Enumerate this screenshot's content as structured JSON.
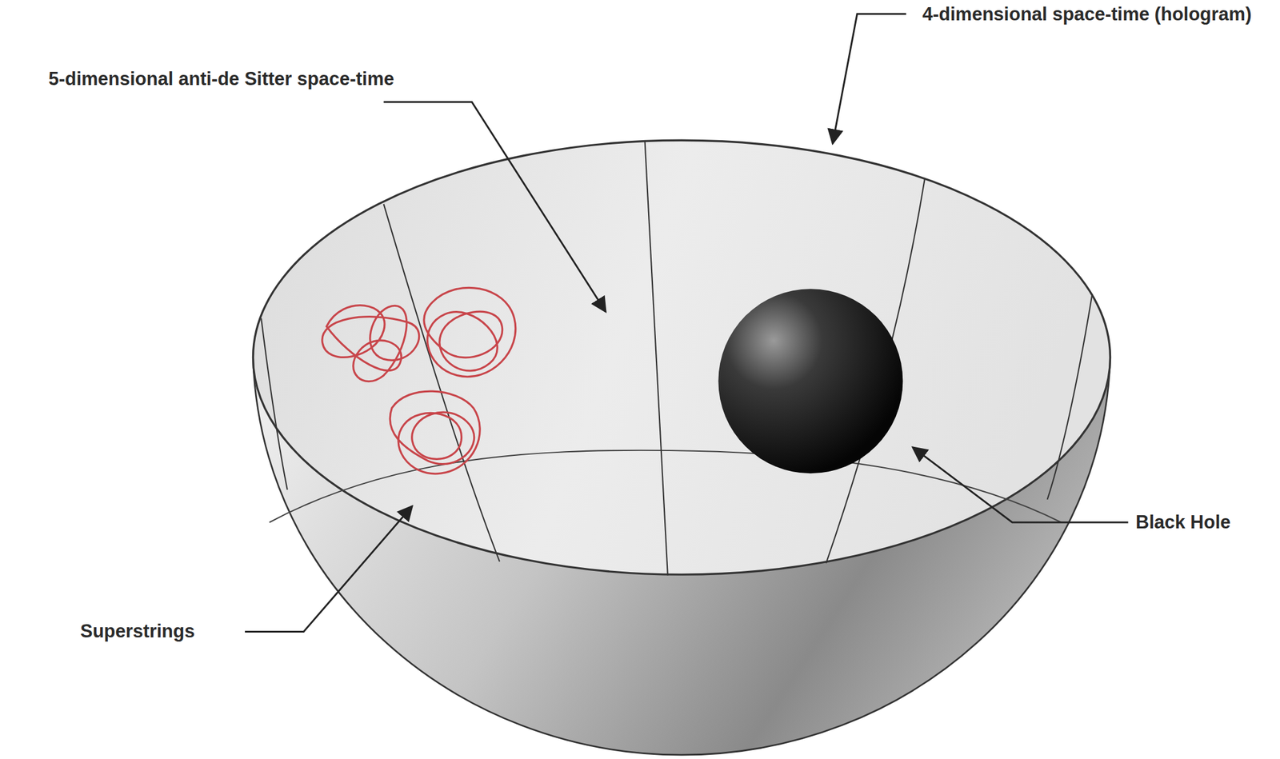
{
  "diagram": {
    "labels": [
      "4-dimensional space-time (hologram)",
      "5-dimensional anti-de Sitter space-time",
      "Superstrings",
      "Black Hole"
    ]
  }
}
